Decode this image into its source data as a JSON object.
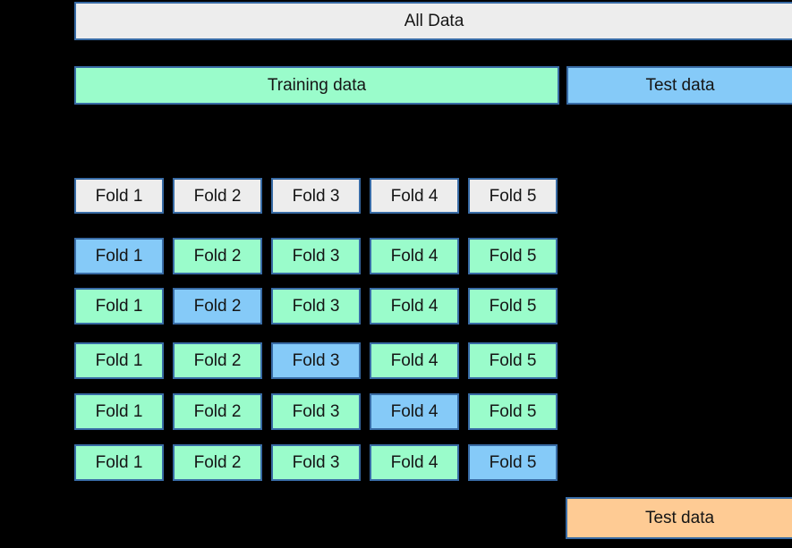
{
  "colors": {
    "background": "#000000",
    "border": "#386ba5",
    "gray_fill": "#ededed",
    "green_fill": "#9afccb",
    "blue_fill": "#85caf8",
    "orange_fill": "#fecb94",
    "text": "#151515"
  },
  "top": {
    "all_data_label": "All Data",
    "training_label": "Training data",
    "test_label": "Test data"
  },
  "folds_header": [
    "Fold 1",
    "Fold 2",
    "Fold 3",
    "Fold 4",
    "Fold 5"
  ],
  "splits": [
    {
      "folds": [
        "Fold 1",
        "Fold 2",
        "Fold 3",
        "Fold 4",
        "Fold 5"
      ],
      "validation_index": 0
    },
    {
      "folds": [
        "Fold 1",
        "Fold 2",
        "Fold 3",
        "Fold 4",
        "Fold 5"
      ],
      "validation_index": 1
    },
    {
      "folds": [
        "Fold 1",
        "Fold 2",
        "Fold 3",
        "Fold 4",
        "Fold 5"
      ],
      "validation_index": 2
    },
    {
      "folds": [
        "Fold 1",
        "Fold 2",
        "Fold 3",
        "Fold 4",
        "Fold 5"
      ],
      "validation_index": 3
    },
    {
      "folds": [
        "Fold 1",
        "Fold 2",
        "Fold 3",
        "Fold 4",
        "Fold 5"
      ],
      "validation_index": 4
    }
  ],
  "bottom": {
    "test_label": "Test data"
  }
}
